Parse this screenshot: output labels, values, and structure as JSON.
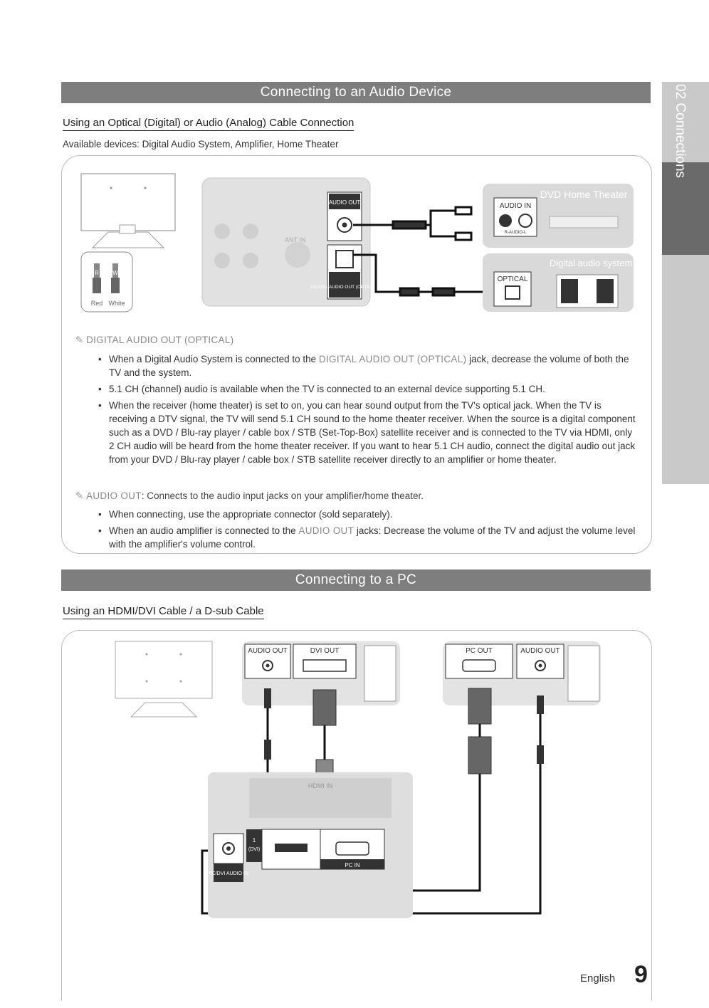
{
  "side_tab": {
    "number": "02",
    "label": "Connections"
  },
  "section1": {
    "title": "Connecting to an Audio Device",
    "subtitle": "Using an Optical (Digital) or Audio (Analog) Cable Connection",
    "available": "Available devices: Digital Audio System, Amplifier, Home Theater",
    "diagram": {
      "cable_labels": {
        "red": "Red",
        "white": "White",
        "r": "R",
        "w": "W"
      },
      "tv_ports": {
        "audio_out": "AUDIO OUT",
        "digital_audio_out": "DIGITAL AUDIO OUT (OPTICAL)",
        "ant_in": "ANT IN"
      },
      "dvd": {
        "title": "DVD Home Theater",
        "audio_in": "AUDIO IN",
        "sub": "R-AUDIO-L"
      },
      "digital_system": {
        "title": "Digital audio system",
        "optical": "OPTICAL"
      }
    },
    "note1_label": "DIGITAL AUDIO OUT (OPTICAL)",
    "note1_bullets": [
      {
        "pre": "When a Digital Audio System is connected to the ",
        "hl": "DIGITAL AUDIO OUT (OPTICAL)",
        "post": " jack, decrease the volume of both the TV and the system."
      },
      {
        "pre": "5.1 CH (channel) audio is available when the TV is connected to an external device supporting 5.1 CH.",
        "hl": "",
        "post": ""
      },
      {
        "pre": "When the receiver (home theater) is set to on, you can hear sound output from the TV's optical jack. When the TV is receiving a DTV signal, the TV will send 5.1 CH sound to the home theater receiver. When the source is a digital component such as a DVD / Blu-ray player / cable box / STB (Set-Top-Box) satellite receiver and is connected to the TV via HDMI, only 2 CH audio will be heard from the home theater receiver. If you want to hear 5.1 CH audio, connect the digital audio out jack from your DVD / Blu-ray player / cable box / STB satellite receiver directly to an amplifier or home theater.",
        "hl": "",
        "post": ""
      }
    ],
    "note2_label": "AUDIO OUT",
    "note2_text": ": Connects to the audio input jacks on your amplifier/home theater.",
    "note2_bullets": [
      {
        "pre": "When connecting, use the appropriate connector (sold separately).",
        "hl": "",
        "post": ""
      },
      {
        "pre": "When an audio amplifier is connected to the ",
        "hl": "AUDIO OUT",
        "post": " jacks: Decrease the volume of the TV and adjust the volume level with the amplifier's volume control."
      }
    ]
  },
  "section2": {
    "title": "Connecting to a PC",
    "subtitle": "Using an HDMI/DVI Cable / a D-sub Cable",
    "diagram": {
      "pc1": {
        "audio_out": "AUDIO OUT",
        "dvi_out": "DVI OUT"
      },
      "pc2": {
        "pc_out": "PC OUT",
        "audio_out": "AUDIO OUT"
      },
      "tv": {
        "hdmi_in": "HDMI IN",
        "port1": "1",
        "dvi": "(DVI)",
        "pcdvi": "PC/DVI AUDIO IN",
        "pc_in": "PC IN"
      }
    }
  },
  "footer": {
    "language": "English",
    "page": "9"
  }
}
